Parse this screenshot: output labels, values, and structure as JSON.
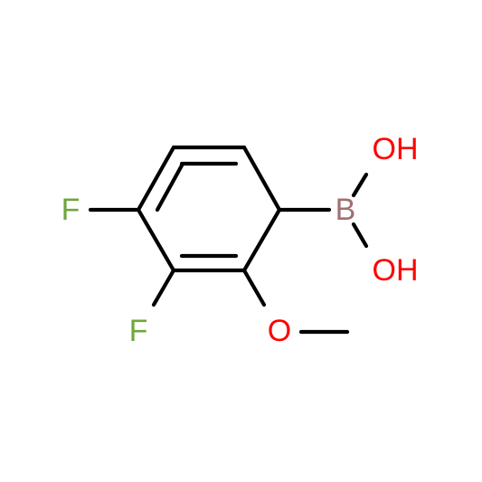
{
  "molecule": {
    "atoms": [
      {
        "id": "b",
        "symbol": "B",
        "color": "#A07070"
      },
      {
        "id": "oh_top",
        "symbol": "OH",
        "color": "#FF0000"
      },
      {
        "id": "oh_bottom",
        "symbol": "OH",
        "color": "#FF0000"
      },
      {
        "id": "o_methoxy",
        "symbol": "O",
        "color": "#FF0000"
      },
      {
        "id": "f_top",
        "symbol": "F",
        "color": "#6FA63D"
      },
      {
        "id": "f_bottom",
        "symbol": "F",
        "color": "#6FA63D"
      }
    ]
  }
}
